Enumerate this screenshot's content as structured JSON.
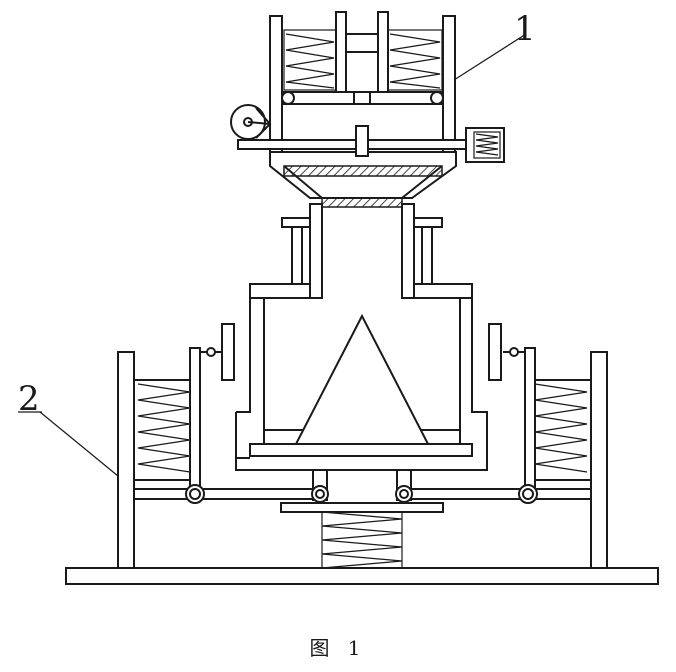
{
  "labels": {
    "part_1": "1",
    "part_2": "2"
  },
  "caption": "图 1"
}
